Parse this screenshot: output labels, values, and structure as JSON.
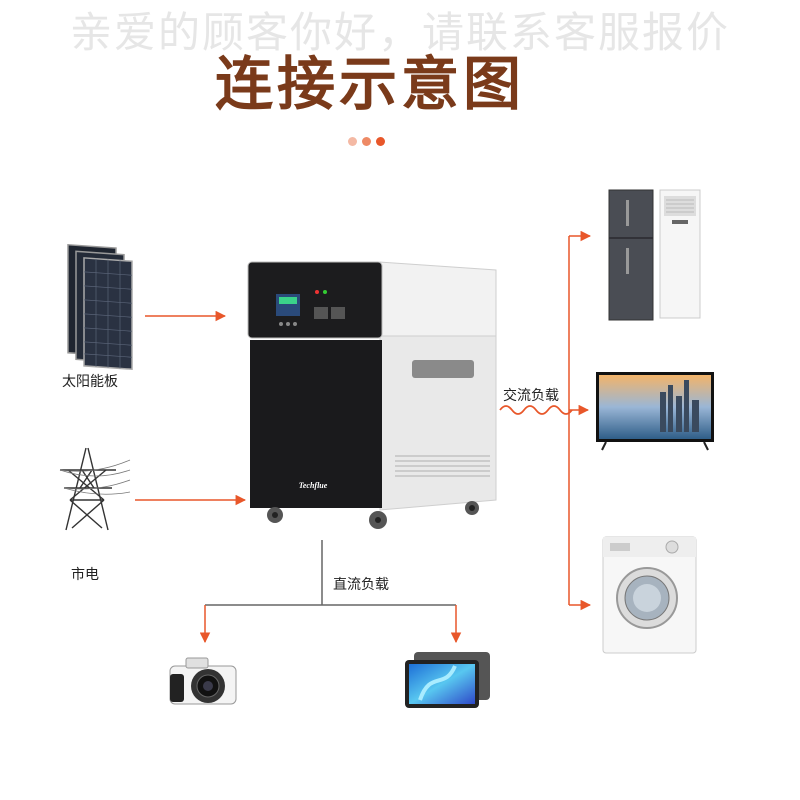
{
  "watermark": "亲爱的顾客你好，请联系客服报价",
  "title": "连接示意图",
  "labels": {
    "solar": "太阳能板",
    "grid": "市电",
    "ac_load": "交流负载",
    "dc_load": "直流负载"
  },
  "device_brand": "Techflue",
  "colors": {
    "accent": "#e8572a",
    "title": "#7a3a1a",
    "dots": [
      "#f4b9a4",
      "#ee8a65",
      "#e8572a"
    ]
  }
}
